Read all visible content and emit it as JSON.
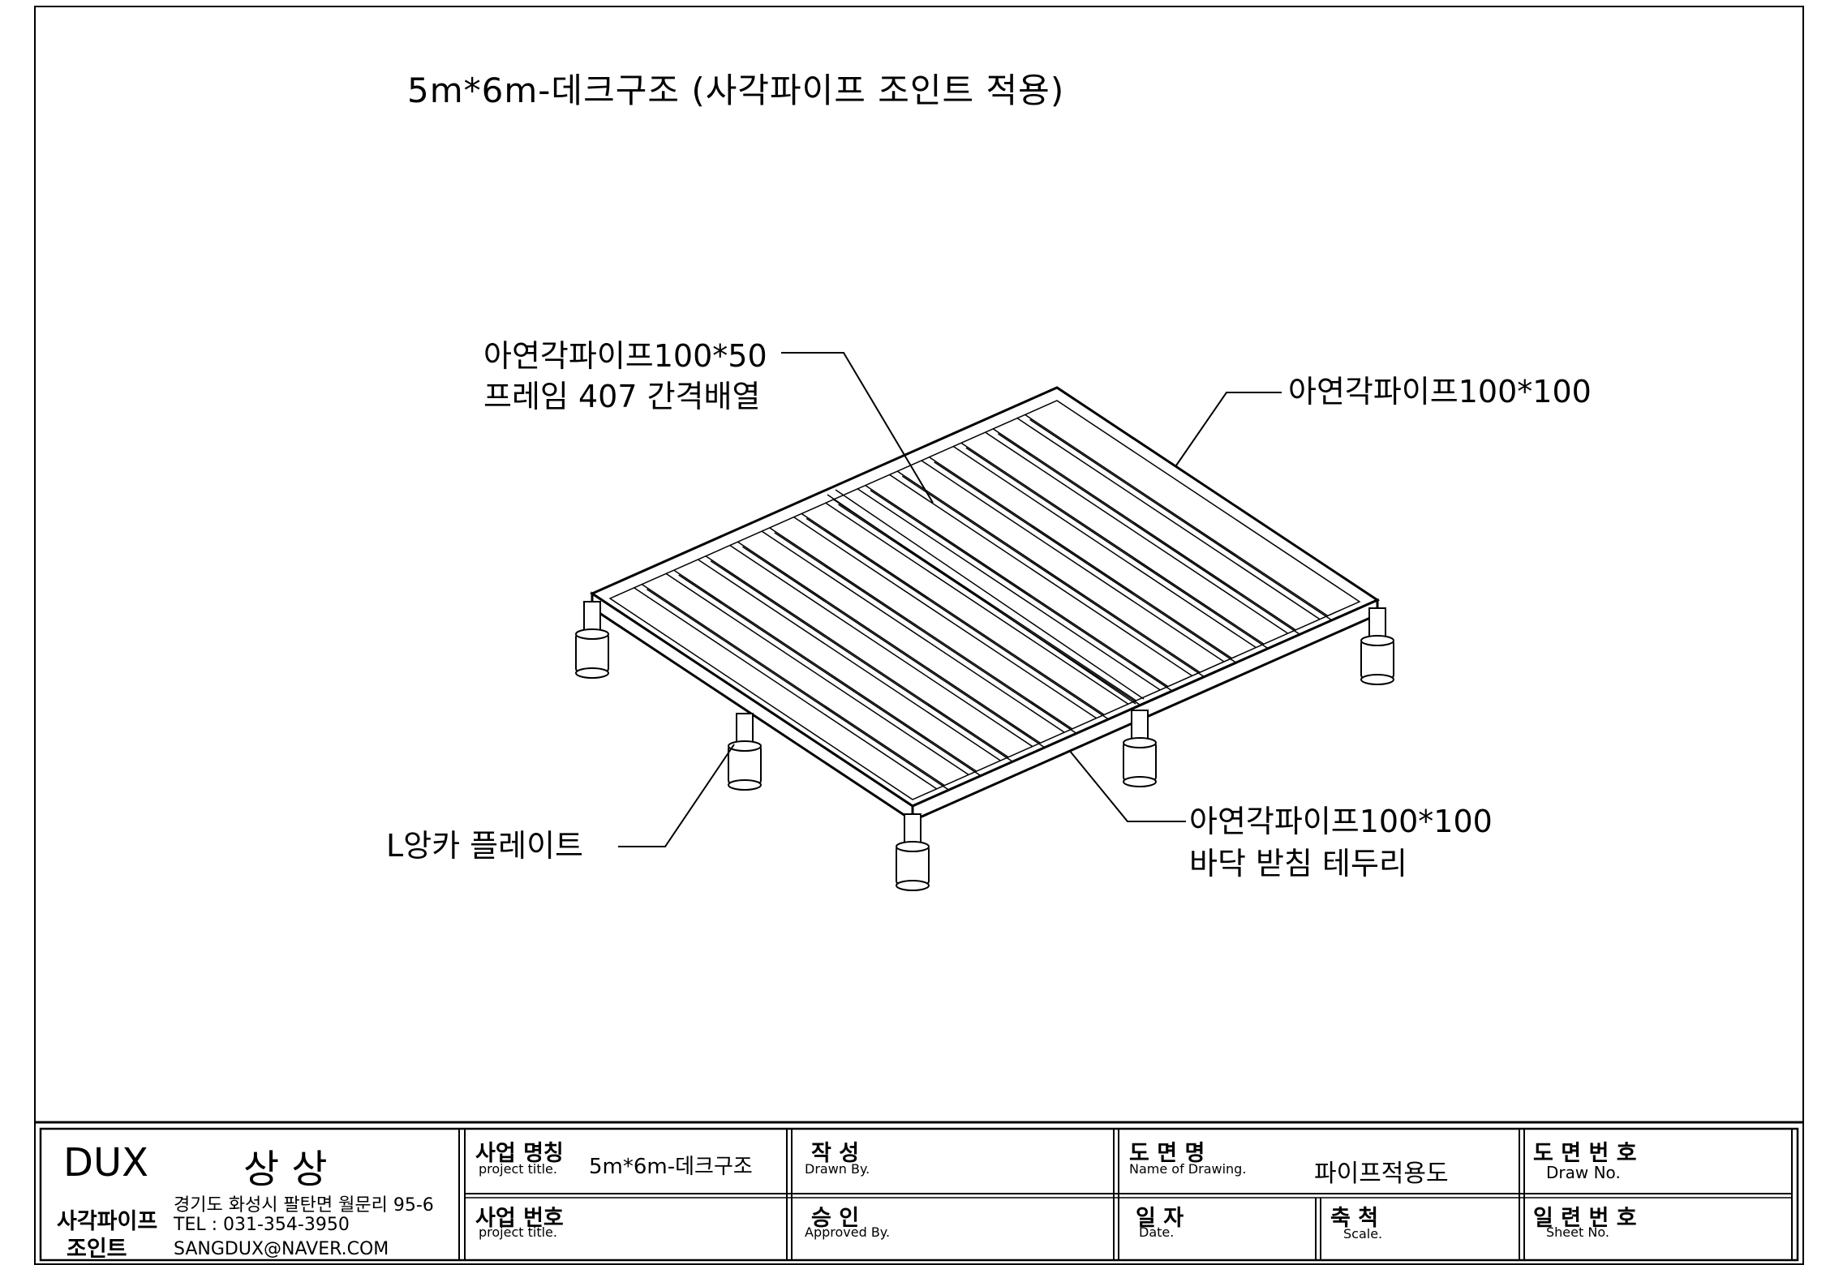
{
  "title": "5m*6m-데크구조  (사각파이프 조인트 적용)",
  "callouts": {
    "frame_line1": "아연각파이프100*50",
    "frame_line2": "프레임 407 간격배열",
    "top_edge": "아연각파이프100*100",
    "anchor": "L앙카 플레이트",
    "base_line1": "아연각파이프100*100",
    "base_line2": "바닥 받침 테두리"
  },
  "title_block": {
    "company": "DUX",
    "company_ko": "상 상",
    "product_line1": "사각파이프",
    "product_line2": "조인트",
    "address": "경기도 화성시 팔탄면 월문리 95-6",
    "tel": "TEL : 031-354-3950",
    "email": "SANGDUX@NAVER.COM",
    "project_title_label_ko": "사업 명칭",
    "project_title_label_en": "project title.",
    "project_title_value": "5m*6m-데크구조",
    "project_no_label_ko": "사업 번호",
    "project_no_label_en": "project title.",
    "drawn_label_ko": "작   성",
    "drawn_label_en": "Drawn By.",
    "approved_label_ko": "승   인",
    "approved_label_en": "Approved By.",
    "drawing_name_label_ko": "도  면  명",
    "drawing_name_label_en": "Name of Drawing.",
    "drawing_name_value": "파이프적용도",
    "date_label_ko": "일  자",
    "date_label_en": "Date.",
    "scale_label_ko": "축  척",
    "scale_label_en": "Scale.",
    "draw_no_label_ko": "도 면 번 호",
    "draw_no_label_en": "Draw No.",
    "sheet_no_label_ko": "일 련 번 호",
    "sheet_no_label_en": "Sheet No."
  }
}
